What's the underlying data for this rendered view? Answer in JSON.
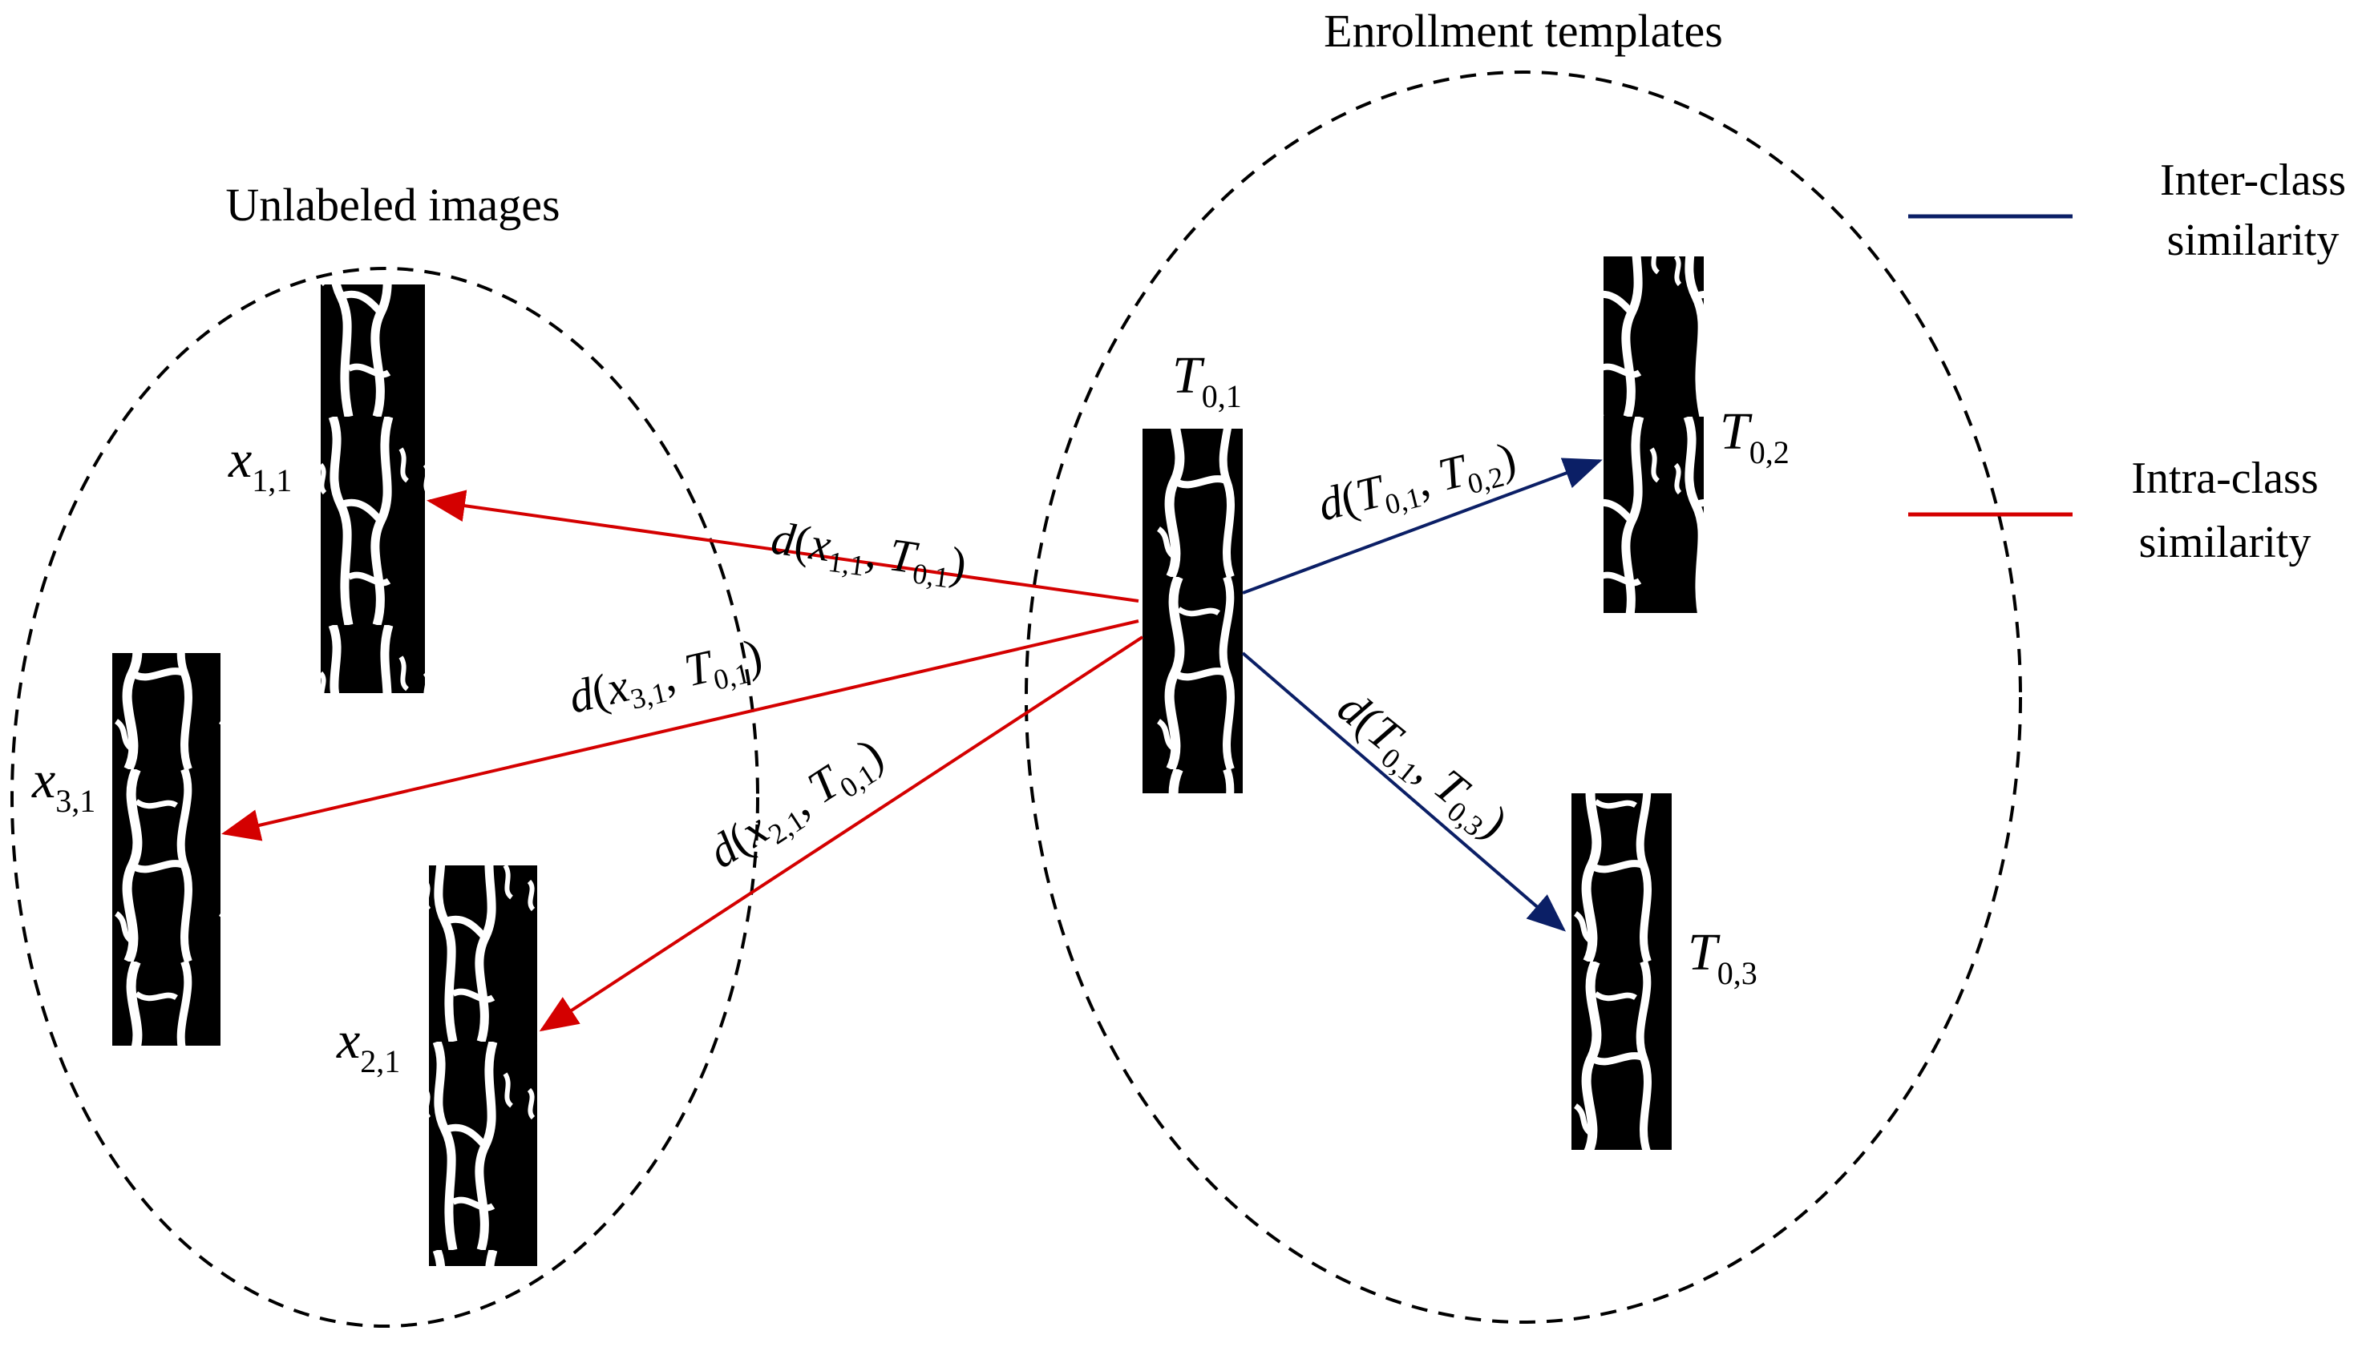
{
  "titles": {
    "enrollment": "Enrollment templates",
    "unlabeled": "Unlabeled images"
  },
  "legend": [
    {
      "line1": "Inter-class",
      "line2": "similarity",
      "color": "#0b1f66"
    },
    {
      "line1": "Intra-class",
      "line2": "similarity",
      "color": "#d40000"
    }
  ],
  "nodes": {
    "x11": {
      "base": "x",
      "sub": "1,1"
    },
    "x31": {
      "base": "x",
      "sub": "3,1"
    },
    "x21": {
      "base": "x",
      "sub": "2,1"
    },
    "T01": {
      "base": "T",
      "sub": "0,1"
    },
    "T02": {
      "base": "T",
      "sub": "0,2"
    },
    "T03": {
      "base": "T",
      "sub": "0,3"
    }
  },
  "edges": [
    {
      "fn": "d",
      "a": "x",
      "a_sub": "1,1",
      "b": "T",
      "b_sub": "0,1",
      "type": "intra"
    },
    {
      "fn": "d",
      "a": "x",
      "a_sub": "3,1",
      "b": "T",
      "b_sub": "0,1",
      "type": "intra"
    },
    {
      "fn": "d",
      "a": "x",
      "a_sub": "2,1",
      "b": "T",
      "b_sub": "0,1",
      "type": "intra"
    },
    {
      "fn": "d",
      "a": "T",
      "a_sub": "0,1",
      "b": "T",
      "b_sub": "0,2",
      "type": "inter"
    },
    {
      "fn": "d",
      "a": "T",
      "a_sub": "0,1",
      "b": "T",
      "b_sub": "0,3",
      "type": "inter"
    }
  ],
  "colors": {
    "inter": "#0b1f66",
    "intra": "#d40000",
    "vein_bg": "#000000",
    "vein_fg": "#ffffff"
  }
}
